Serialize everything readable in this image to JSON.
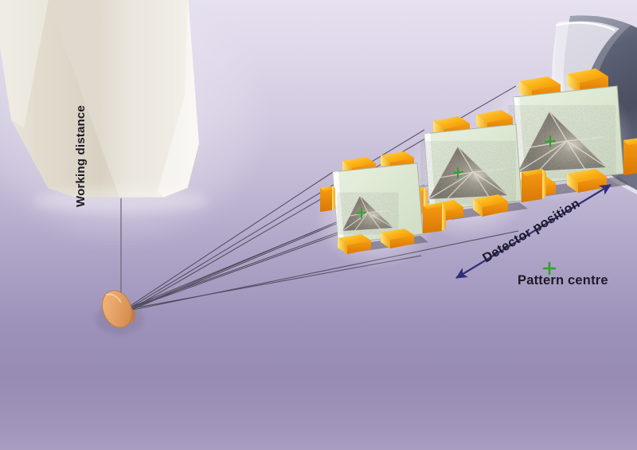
{
  "figure": {
    "type": "technical-illustration",
    "subject": "EBSD detector geometry inside scanning electron microscope chamber",
    "background_top_color": "#e6e1ef",
    "background_bottom_color": "#9d92ba"
  },
  "labels": {
    "working_distance": "Working distance",
    "detector_position": "Detector position",
    "pattern_centre": "Pattern centre"
  },
  "legend": {
    "marker_name": "pattern-centre-cross",
    "marker_glyph": "+",
    "marker_color": "#2ea32e",
    "marker_label": "Pattern centre"
  },
  "colors": {
    "pole_piece": "#ded8cb",
    "pole_piece_highlight": "#f2eee6",
    "sample_disc": "#e9a86b",
    "sample_disc_edge": "#c98245",
    "phosphor_screen": "#dde8d4",
    "clamp_orange": "#f9a825",
    "clamp_orange_light": "#ffd24d",
    "clamp_orange_dark": "#e07b10",
    "housing_tube": "#55596b",
    "arrow_navy": "#2f2f7a",
    "ray_line": "#4a4656",
    "pattern_centre_green": "#2ea32e",
    "kikuchi_pattern": "#6e6258"
  },
  "components": {
    "pole_piece": {
      "name": "SEM objective pole piece",
      "note": "tapered cone, upper-left"
    },
    "sample": {
      "name": "tilted specimen disc",
      "note": "copper coloured cylinder at beam impact point"
    },
    "rays": {
      "name": "diffracted-beam rays",
      "count": 6,
      "note": "fan from sample to detector screen corners"
    },
    "housing": {
      "name": "EBSD detector housing tube",
      "note": "grey cylinder entering from right edge"
    }
  },
  "detectors": [
    {
      "id": "detector-near",
      "label_order": 1,
      "description": "phosphor screen nearest the sample (shortest detector distance)",
      "pattern_centre_marker": "+"
    },
    {
      "id": "detector-middle",
      "label_order": 2,
      "description": "phosphor screen at intermediate detector distance",
      "pattern_centre_marker": "+"
    },
    {
      "id": "detector-far",
      "label_order": 3,
      "description": "phosphor screen furthest from the sample, inside housing",
      "pattern_centre_marker": "+"
    }
  ],
  "arrow": {
    "name": "detector-position-arrow",
    "style": "double-headed",
    "label": "Detector position"
  }
}
